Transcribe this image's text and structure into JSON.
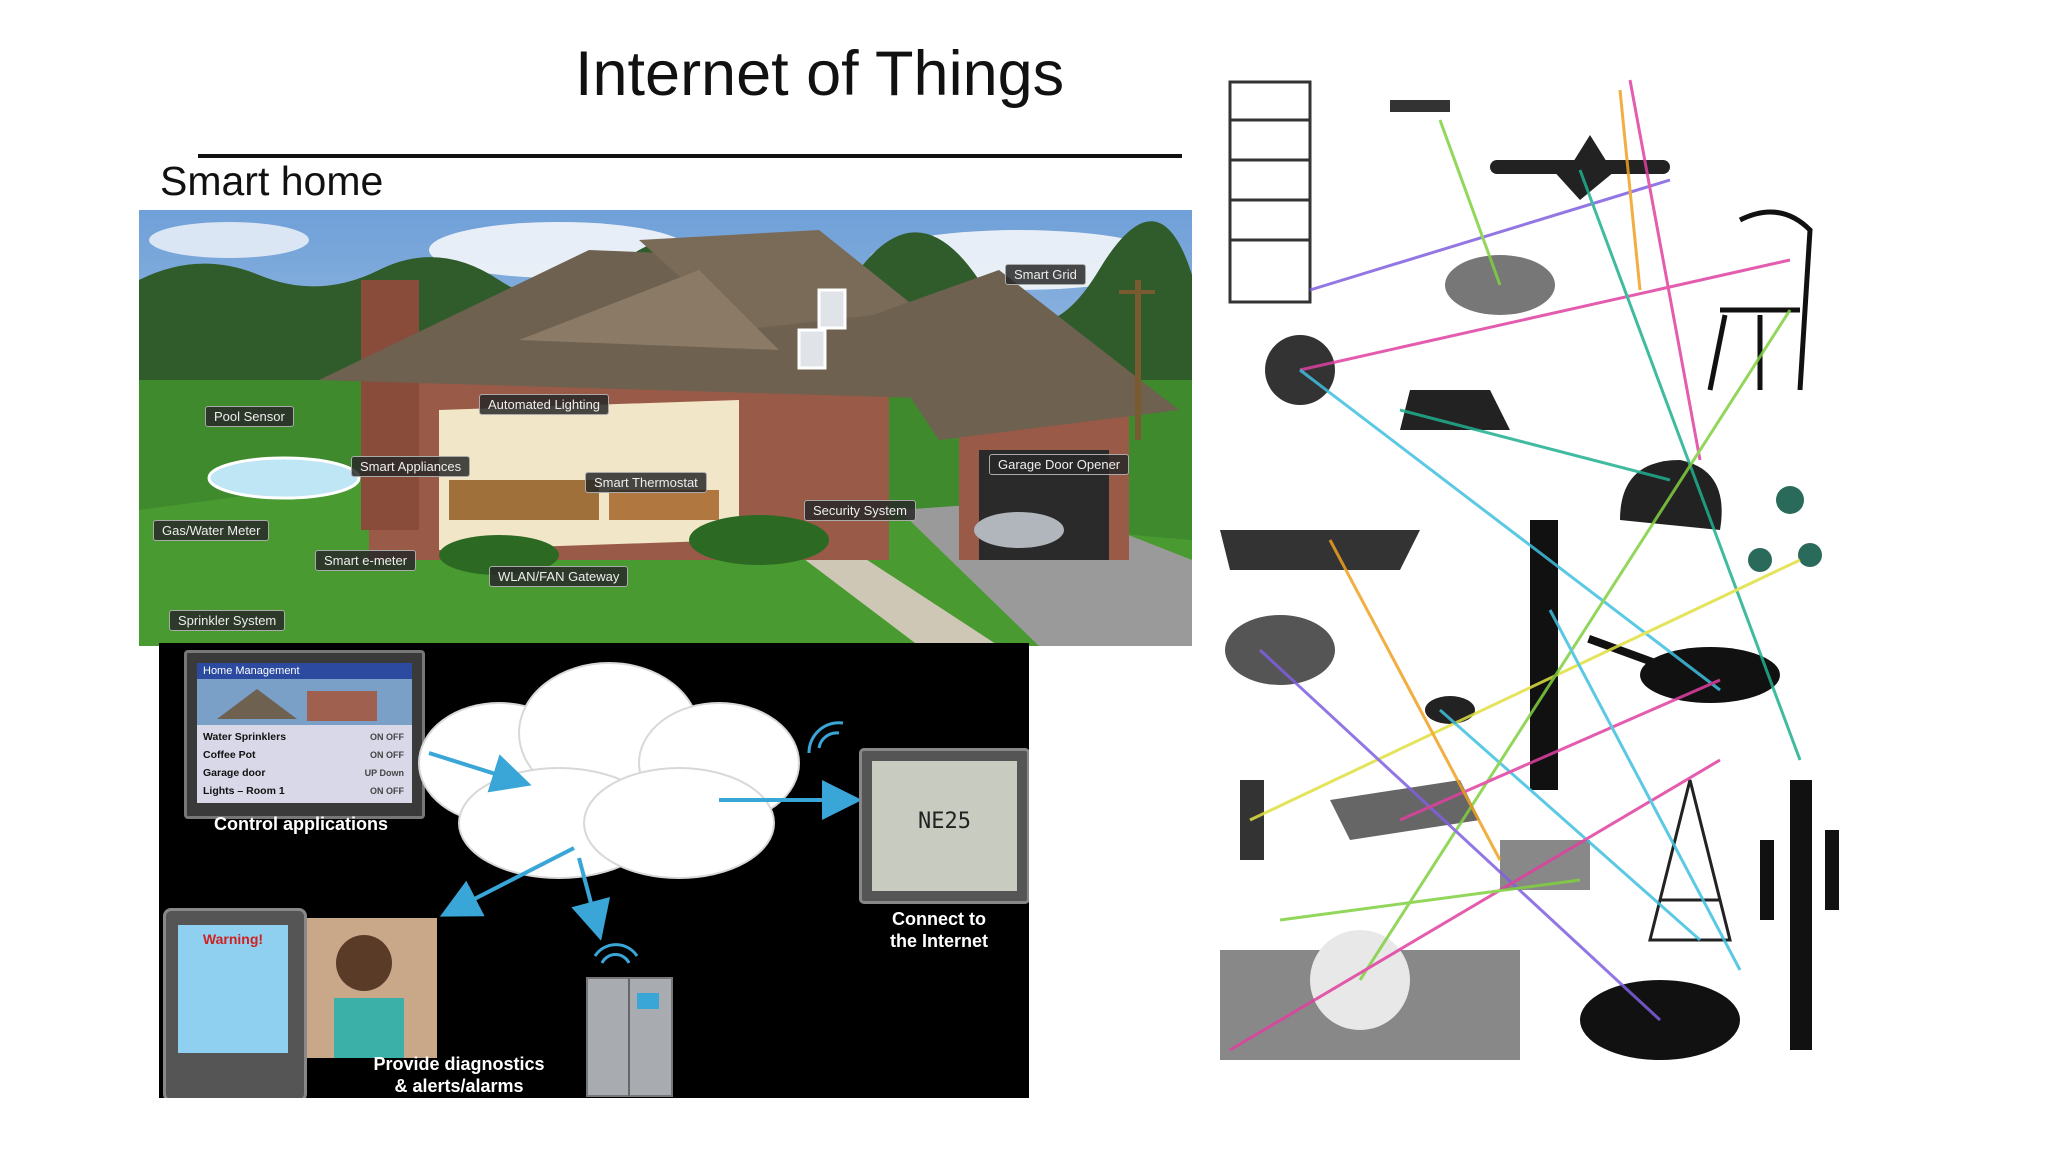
{
  "slide": {
    "title": "Internet of Things",
    "section": "Smart home"
  },
  "house": {
    "callouts": [
      "Smart Grid",
      "Automated Lighting",
      "Pool Sensor",
      "Smart Appliances",
      "Smart Thermostat",
      "Garage Door Opener",
      "Security System",
      "Gas/Water Meter",
      "Smart e-meter",
      "WLAN/FAN Gateway",
      "Sprinkler System"
    ]
  },
  "network": {
    "tablet": {
      "header": "Home Management",
      "rows": [
        {
          "label": "Water Sprinklers",
          "state": "ON  OFF"
        },
        {
          "label": "Coffee Pot",
          "state": "ON  OFF"
        },
        {
          "label": "Garage door",
          "state": "UP  Down"
        },
        {
          "label": "Lights – Room 1",
          "state": "ON  OFF"
        }
      ]
    },
    "captions": {
      "control": "Control applications",
      "connect": "Connect to\nthe Internet",
      "diagnostics": "Provide diagnostics\n& alerts/alarms"
    },
    "phone_warning": "Warning!",
    "weather_readout": "NE25"
  },
  "colors": {
    "sky": "#8fb8e0",
    "grass": "#3f8a2c",
    "roof": "#6e6150",
    "brick": "#9a5a48",
    "arrow": "#3aa6d8",
    "links": [
      "#e040a0",
      "#40c0e0",
      "#80d040",
      "#f0a020",
      "#8060e0",
      "#20b090",
      "#e0e040"
    ]
  }
}
